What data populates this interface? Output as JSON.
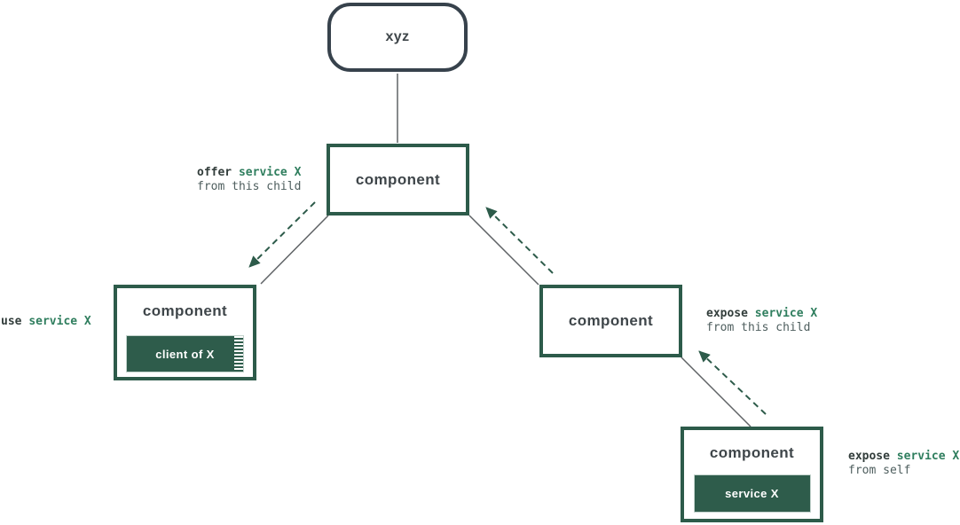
{
  "diagram": {
    "root": {
      "label": "xyz"
    },
    "parent": {
      "label": "component"
    },
    "left_child": {
      "label": "component",
      "badge_label": "client of X"
    },
    "right_child": {
      "label": "component"
    },
    "grandchild": {
      "label": "component",
      "badge_label": "service X"
    }
  },
  "annotations": {
    "offer_service": {
      "verb": "offer",
      "service": "service X",
      "detail": "from this child"
    },
    "use_service": {
      "verb": "use",
      "service": "service X"
    },
    "expose_from_child": {
      "verb": "expose",
      "service": "service X",
      "detail": "from this child"
    },
    "expose_from_self": {
      "verb": "expose",
      "service": "service X",
      "detail": "from self"
    }
  },
  "colors": {
    "background": "#ffffff",
    "box_border_green": "#2d5b4a",
    "root_border_slate": "#37424c",
    "node_text": "#3f464a",
    "badge_bg": "#2e5c4b",
    "badge_text": "#ffffff",
    "label_verb": "#323d3b",
    "label_service_green": "#2f7e5e",
    "label_detail_gray": "#4e5e5e",
    "connector_gray": "#5f6366",
    "arrow_green": "#2d5b4a"
  }
}
